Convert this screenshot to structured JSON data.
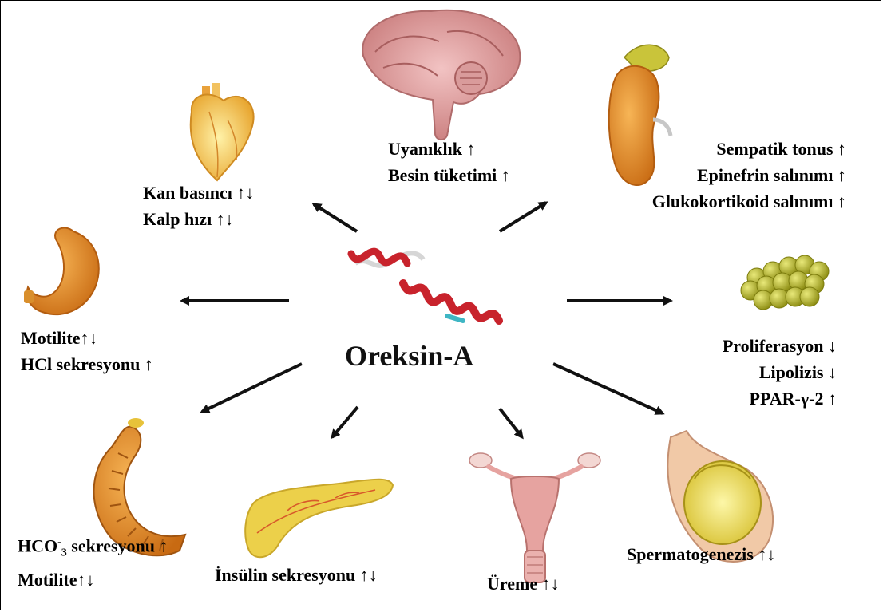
{
  "center": {
    "title": "Oreksin-A"
  },
  "nodes": {
    "brain": {
      "lines": [
        "Uyanıklık ↑",
        "Besin tüketimi ↑"
      ]
    },
    "heart": {
      "lines": [
        "Kan basıncı ↑↓",
        "Kalp hızı ↑↓"
      ]
    },
    "adrenal": {
      "lines": [
        "Sempatik tonus ↑",
        "Epinefrin salınımı ↑",
        "Glukokortikoid salınımı ↑"
      ]
    },
    "stomach": {
      "lines": [
        "Motilite↑↓",
        "HCl sekresyonu ↑"
      ]
    },
    "adipose": {
      "lines": [
        "Proliferasyon ↓",
        "Lipolizis ↓",
        "PPAR-γ-2 ↑"
      ]
    },
    "intestine": {
      "line1_prefix": "HCO",
      "line1_sup": "-",
      "line1_sub": "3",
      "line1_suffix": " sekresyonu ↑",
      "line2": "Motilite↑↓"
    },
    "pancreas": {
      "lines": [
        "İnsülin sekresyonu ↑↓"
      ]
    },
    "uterus": {
      "lines": [
        "Üreme ↑↓"
      ]
    },
    "testis": {
      "lines": [
        "Spermatogenezis ↑↓"
      ]
    }
  },
  "colors": {
    "arrow": "#111111",
    "helix": "#c8232c",
    "brain": "#e0a3a3",
    "organ_orange": "#e2891f",
    "adipose": "#b5b52a",
    "pancreas": "#ecd04a",
    "uterus": "#e6a3a0",
    "testis": "#e8d84a"
  }
}
